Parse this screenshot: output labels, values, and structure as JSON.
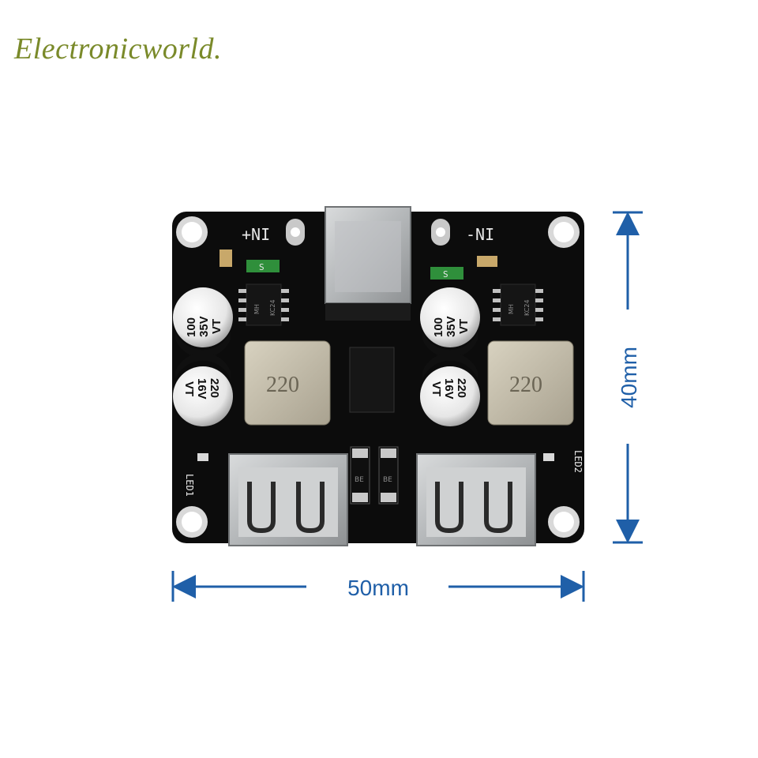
{
  "brand": {
    "text": "Electronicworld."
  },
  "dimensions": {
    "width_label": "50mm",
    "height_label": "40mm"
  },
  "board": {
    "silkscreen": {
      "vin_plus": "+NI",
      "vin_minus": "-NI",
      "led1": "LED1",
      "led2": "LED2",
      "fuse_mark": "S"
    },
    "capacitors": [
      {
        "line1": "100",
        "line2": "35V",
        "line3": "VT"
      },
      {
        "line1": "220",
        "line2": "16V",
        "line3": "VT"
      },
      {
        "line1": "100",
        "line2": "35V",
        "line3": "VT"
      },
      {
        "line1": "220",
        "line2": "16V",
        "line3": "VT"
      }
    ],
    "inductors": [
      {
        "label": "220"
      },
      {
        "label": "220"
      }
    ],
    "ics": [
      {
        "line1": "MH",
        "line2": "KC24"
      },
      {
        "line1": "MH",
        "line2": "KC24"
      }
    ],
    "diodes": [
      {
        "label": "BE"
      },
      {
        "label": "BE"
      }
    ]
  },
  "colors": {
    "dimension_blue": "#1f5fa8",
    "pcb_black": "#0c0c0c",
    "brand_olive": "#7a8a2a"
  }
}
